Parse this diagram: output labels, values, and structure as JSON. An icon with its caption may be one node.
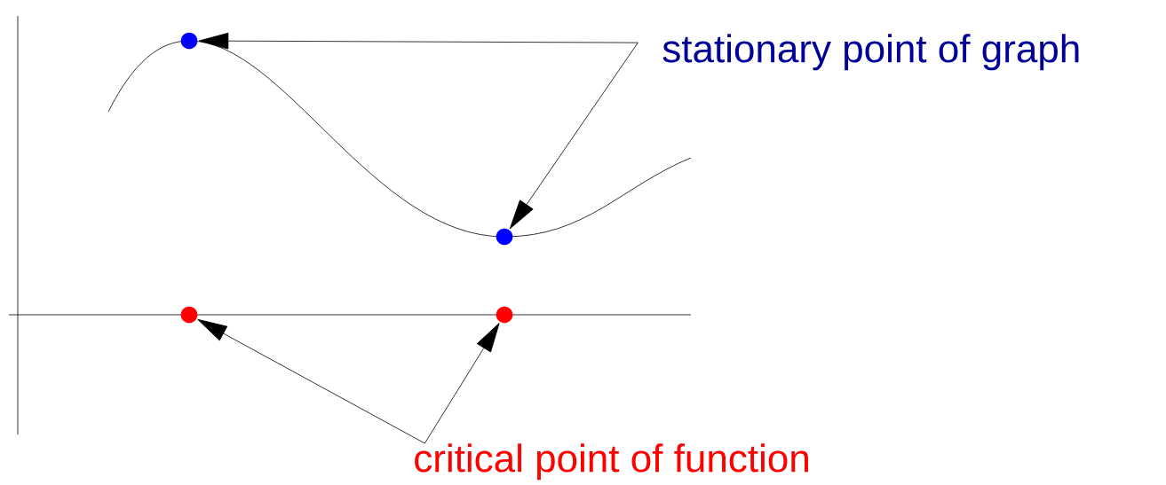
{
  "diagram": {
    "nodes": [
      {
        "text": [
          "stationary point of graph"
        ]
      },
      {
        "text": [
          "critical point of function"
        ]
      },
      {
        "text": [],
        "shape": "circle"
      },
      {
        "text": [],
        "shape": "circle"
      },
      {
        "text": [],
        "shape": "circle"
      },
      {
        "text": [],
        "shape": "circle"
      }
    ],
    "edges": [
      {
        "from": 0,
        "to": 2,
        "arrow": "to"
      },
      {
        "from": 0,
        "to": 3,
        "arrow": "to"
      },
      {
        "from": 1,
        "to": 4,
        "arrow": "to"
      },
      {
        "from": 1,
        "to": 5,
        "arrow": "to"
      }
    ]
  }
}
